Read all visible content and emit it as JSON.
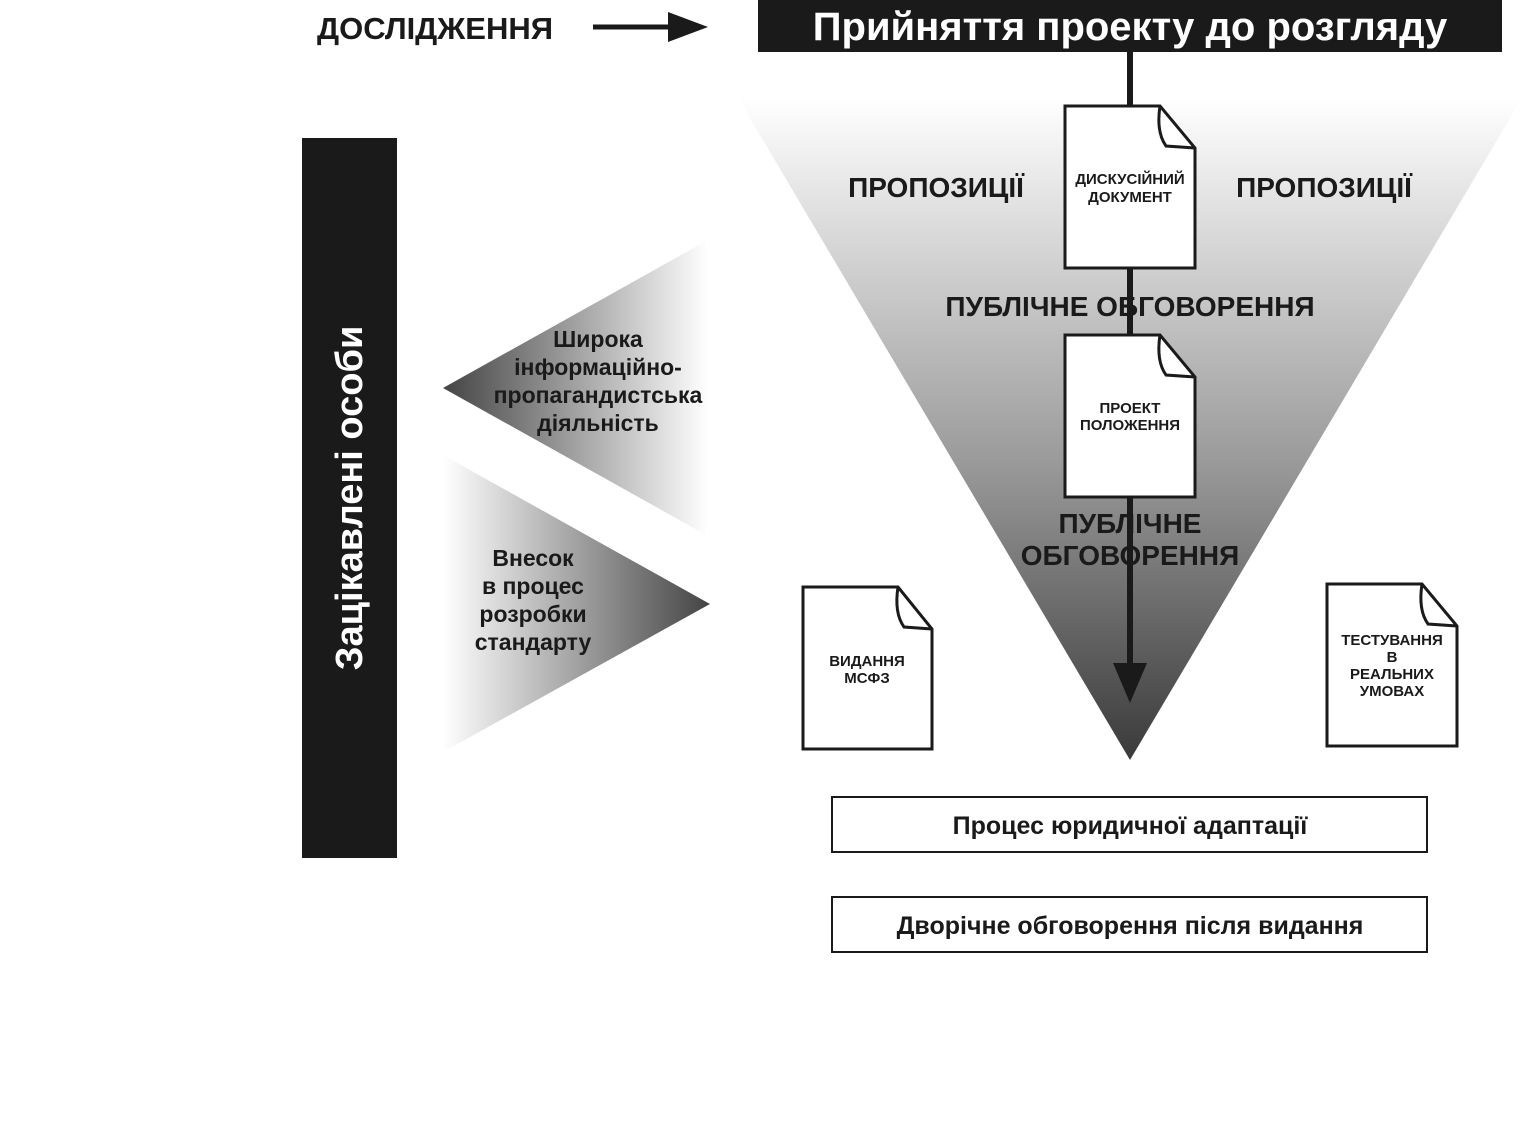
{
  "research_label": "ДОСЛІДЖЕННЯ",
  "header_title": "Прийняття проекту до розгляду",
  "stakeholders_label": "Зацікавлені особи",
  "proposals_left": "ПРОПОЗИЦІЇ",
  "proposals_right": "ПРОПОЗИЦІЇ",
  "discussion_doc": [
    "ДИСКУСІЙНИЙ",
    "ДОКУМЕНТ"
  ],
  "public_discussion_1": "ПУБЛІЧНЕ ОБГОВОРЕННЯ",
  "draft_regulation_doc": [
    "ПРОЕКТ",
    "ПОЛОЖЕННЯ"
  ],
  "public_discussion_2": [
    "ПУБЛІЧНЕ",
    "ОБГОВОРЕННЯ"
  ],
  "info_activity": [
    "Широка",
    "інформаційно-",
    "пропагандистська",
    "діяльність"
  ],
  "contribution": [
    "Внесок",
    "в процес",
    "розробки",
    "стандарту"
  ],
  "ifrs_issue_doc": [
    "ВИДАННЯ",
    "МСФЗ"
  ],
  "field_testing_doc": [
    "ТЕСТУВАННЯ",
    "В",
    "РЕАЛЬНИХ",
    "УМОВАХ"
  ],
  "legal_adaptation": "Процес юридичної адаптації",
  "post_issue_review": "Дворічне обговорення після видання",
  "colors": {
    "dark": "#1a1a1a",
    "white": "#ffffff",
    "gradient_mid": "#9a9a9a"
  },
  "icons": {
    "arrow": "arrow-right-icon",
    "arrow_down": "arrow-down-icon",
    "document": "document-icon"
  }
}
